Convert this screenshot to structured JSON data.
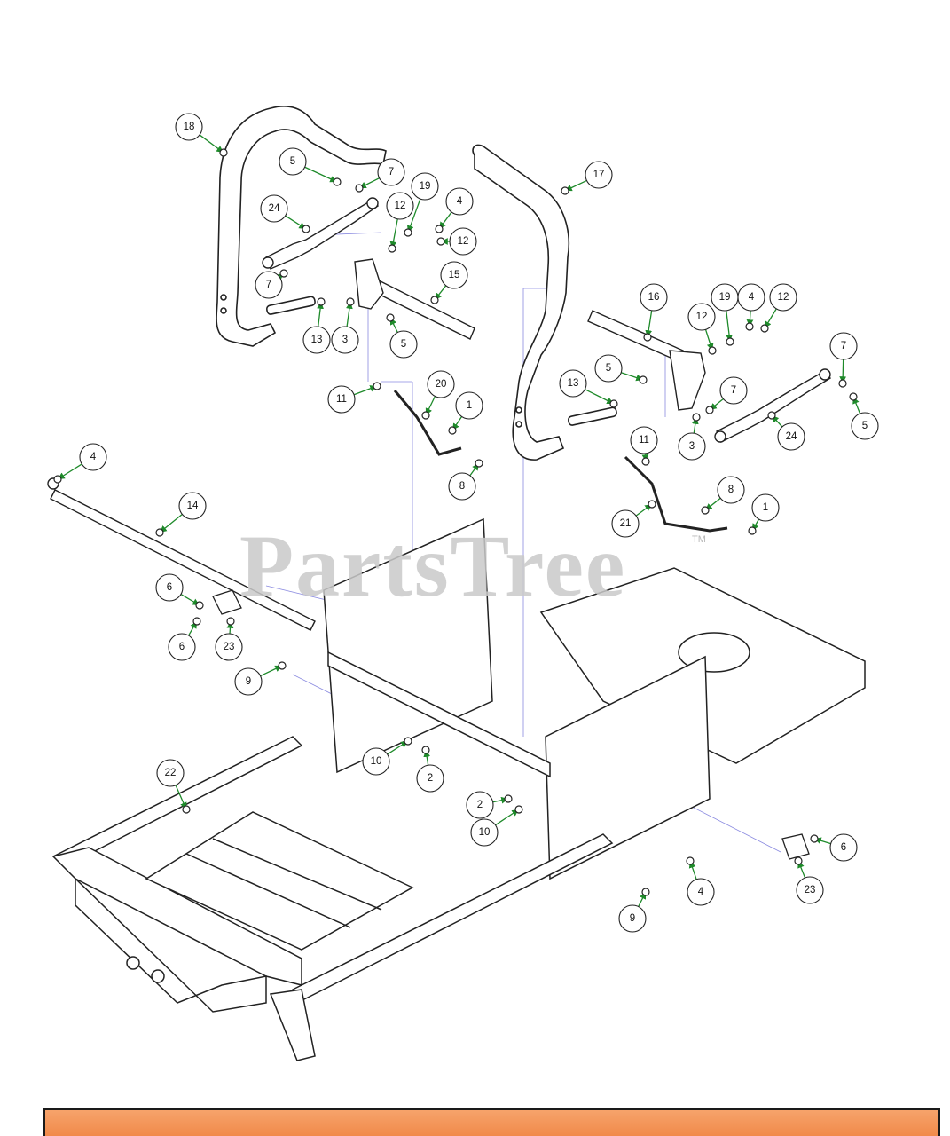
{
  "watermark": {
    "text": "PartsTree",
    "tm": "TM"
  },
  "colors": {
    "leader": "#1e8a2a",
    "outline": "#222222",
    "guide": "#7b7bd6",
    "footer": "#f18a4a"
  },
  "callouts": [
    {
      "n": "18"
    },
    {
      "n": "5"
    },
    {
      "n": "7"
    },
    {
      "n": "24"
    },
    {
      "n": "12"
    },
    {
      "n": "19"
    },
    {
      "n": "4"
    },
    {
      "n": "12"
    },
    {
      "n": "7"
    },
    {
      "n": "15"
    },
    {
      "n": "13"
    },
    {
      "n": "3"
    },
    {
      "n": "5"
    },
    {
      "n": "17"
    },
    {
      "n": "16"
    },
    {
      "n": "19"
    },
    {
      "n": "12"
    },
    {
      "n": "4"
    },
    {
      "n": "12"
    },
    {
      "n": "7"
    },
    {
      "n": "5"
    },
    {
      "n": "13"
    },
    {
      "n": "7"
    },
    {
      "n": "3"
    },
    {
      "n": "24"
    },
    {
      "n": "5"
    },
    {
      "n": "11"
    },
    {
      "n": "20"
    },
    {
      "n": "1"
    },
    {
      "n": "8"
    },
    {
      "n": "11"
    },
    {
      "n": "8"
    },
    {
      "n": "21"
    },
    {
      "n": "1"
    },
    {
      "n": "4"
    },
    {
      "n": "14"
    },
    {
      "n": "6"
    },
    {
      "n": "6"
    },
    {
      "n": "23"
    },
    {
      "n": "9"
    },
    {
      "n": "10"
    },
    {
      "n": "2"
    },
    {
      "n": "22"
    },
    {
      "n": "2"
    },
    {
      "n": "10"
    },
    {
      "n": "4"
    },
    {
      "n": "9"
    },
    {
      "n": "6"
    },
    {
      "n": "23"
    }
  ]
}
